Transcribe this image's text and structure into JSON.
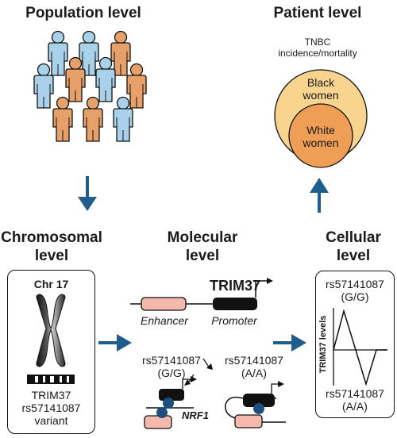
{
  "headers": {
    "population": "Population level",
    "patient": "Patient level",
    "chromosomal": "Chromosomal\nlevel",
    "molecular": "Molecular\nlevel",
    "cellular": "Cellular\nlevel"
  },
  "patient": {
    "caption": "TNBC\nincidence/mortality",
    "outer_label": "Black\nwomen",
    "inner_label": "White\nwomen"
  },
  "chromosomal": {
    "chr_label": "Chr 17",
    "variant_label": "TRIM37\nrs57141087\nvariant"
  },
  "molecular": {
    "gene_label": "TRIM37",
    "enhancer_label": "Enhancer",
    "promoter_label": "Promoter",
    "allele_gg": "rs57141087\n(G/G)",
    "allele_aa": "rs57141087\n(A/A)",
    "tf_label": "NRF1"
  },
  "cellular": {
    "top_label": "rs57141087\n(G/G)",
    "axis_label": "TRIM37 levels",
    "bottom_label": "rs57141087\n(A/A)"
  },
  "colors": {
    "arrow": "#1f5e8c",
    "orange_person": "#e8a06a",
    "blue_person": "#a9d1ea",
    "black_women_circle": "#f9d48f",
    "white_women_circle": "#ef9e55",
    "enhancer_fill": "#f4b8ac",
    "nrf1_dot": "#1c4f7e"
  }
}
